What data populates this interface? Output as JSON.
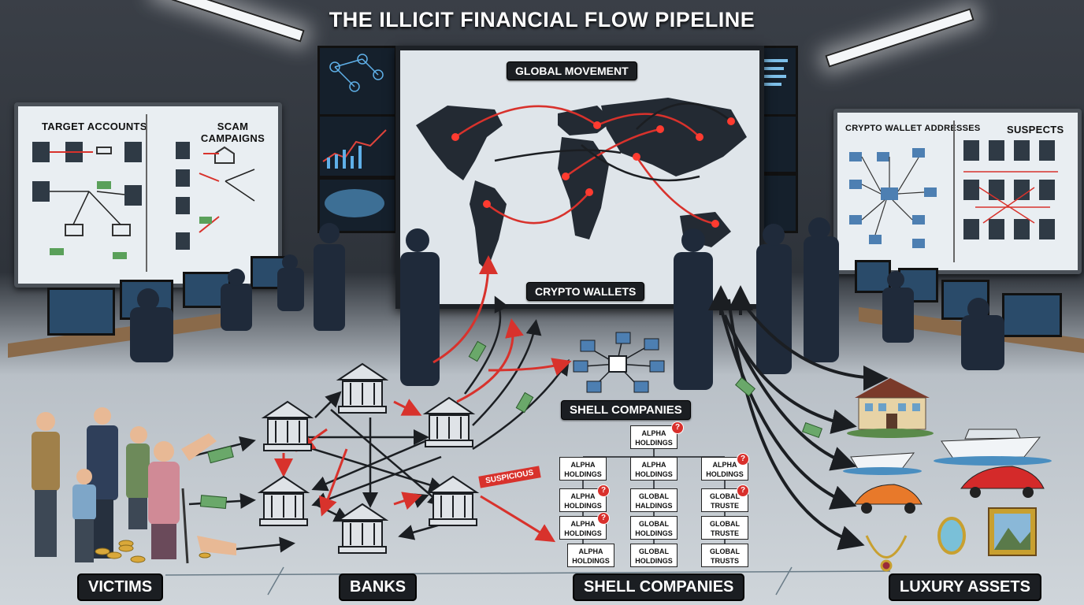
{
  "header": {
    "title": "THE ILLICIT FINANCIAL FLOW PIPELINE"
  },
  "left_board": {
    "target_accounts": "TARGET ACCOUNTS",
    "scam_campaigns": "SCAM CAMPAIGNS"
  },
  "right_board": {
    "crypto_wallet_addresses": "CRYPTO WALLET ADDRESSES",
    "suspects": "SUSPECTS"
  },
  "map_wall": {
    "global_movement": "GLOBAL MOVEMENT",
    "crypto_wallets": "CRYPTO WALLETS"
  },
  "middle": {
    "shell_companies_label": "SHELL COMPANIES",
    "suspicious_tag": "SUSPICIOUS"
  },
  "org_chart": [
    {
      "name": "ALPHA\nHOLDINGS"
    },
    {
      "name": "ALPHA\nHOLDINGS"
    },
    {
      "name": "ALPHA\nHOLDINGS"
    },
    {
      "name": "ALPHA\nHOLDINGS"
    },
    {
      "name": "ALPHA\nHOLDINGS"
    },
    {
      "name": "GLOBAL\nHALDINGS"
    },
    {
      "name": "GLOBAL\nTRUSTE"
    },
    {
      "name": "ALPHA\nHOLDINGS"
    },
    {
      "name": "GLOBAL\nHOLDINGS"
    },
    {
      "name": "GLOBAL\nTRUSTE"
    },
    {
      "name": "ALPHA\nHOLDINGS"
    },
    {
      "name": "GLOBAL\nHOLDINGS"
    },
    {
      "name": "GLOBAL\nTRUSTS"
    }
  ],
  "pipeline_stages": [
    {
      "label": "VICTIMS"
    },
    {
      "label": "BANKS"
    },
    {
      "label": "SHELL COMPANIES"
    },
    {
      "label": "LUXURY ASSETS"
    }
  ],
  "colors": {
    "flow_red": "#d8322c",
    "flow_black": "#1b1e22",
    "wall_bg": "#dfe5ea"
  }
}
